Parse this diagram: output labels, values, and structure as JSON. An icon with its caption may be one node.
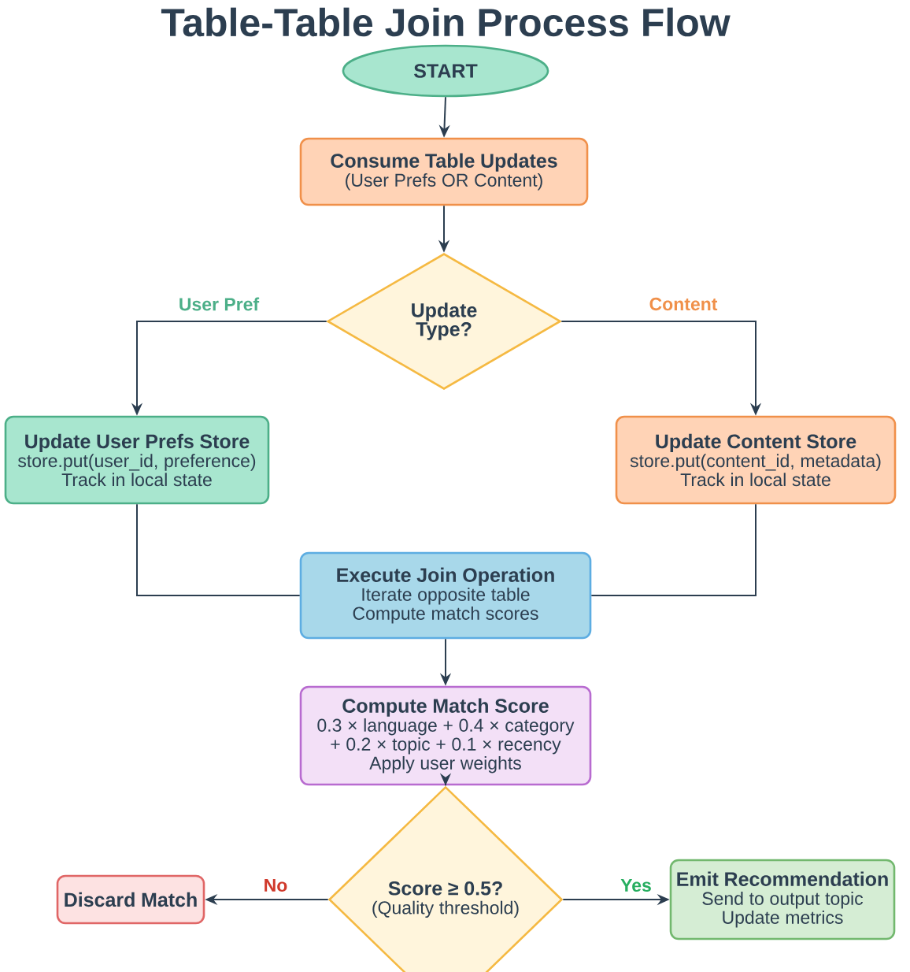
{
  "diagram": {
    "title": "Table-Table Join Process Flow",
    "nodes": [
      {
        "text": [
          "START"
        ]
      },
      {
        "text": [
          "Consume Table Updates",
          "(User Prefs OR Content)"
        ]
      },
      {
        "text": [
          "Update Type?"
        ]
      },
      {
        "text": [
          "Update User Prefs Store",
          "store.put(user_id, preference)",
          "Track in local state"
        ]
      },
      {
        "text": [
          "Update Content Store",
          "store.put(content_id, metadata)",
          "Track in local state"
        ]
      },
      {
        "text": [
          "Execute Join Operation",
          "Iterate opposite table",
          "Compute match scores"
        ]
      },
      {
        "text": [
          "Compute Match Score",
          "0.3 × language + 0.4 × category + 0.2 × topic + 0.1 × recency",
          "Apply user weights"
        ]
      },
      {
        "text": [
          "Score ≥ 0.5?",
          "(Quality threshold)"
        ]
      },
      {
        "text": [
          "Discard Match"
        ]
      },
      {
        "text": [
          "Emit Recommendation",
          "Send to output topic",
          "Update metrics"
        ]
      }
    ],
    "edges": [
      {
        "from": 0,
        "to": 1,
        "arrow": "to"
      },
      {
        "from": 1,
        "to": 2,
        "arrow": "to"
      },
      {
        "from": 2,
        "to": 3,
        "arrow": "to",
        "label": "User Pref"
      },
      {
        "from": 2,
        "to": 4,
        "arrow": "to",
        "label": "Content"
      },
      {
        "from": 3,
        "to": 5,
        "arrow": "none"
      },
      {
        "from": 4,
        "to": 5,
        "arrow": "none"
      },
      {
        "from": 5,
        "to": 6,
        "arrow": "to"
      },
      {
        "from": 6,
        "to": 7,
        "arrow": "to"
      },
      {
        "from": 7,
        "to": 8,
        "arrow": "to",
        "label": "No"
      },
      {
        "from": 7,
        "to": 9,
        "arrow": "to",
        "label": "Yes"
      }
    ]
  }
}
